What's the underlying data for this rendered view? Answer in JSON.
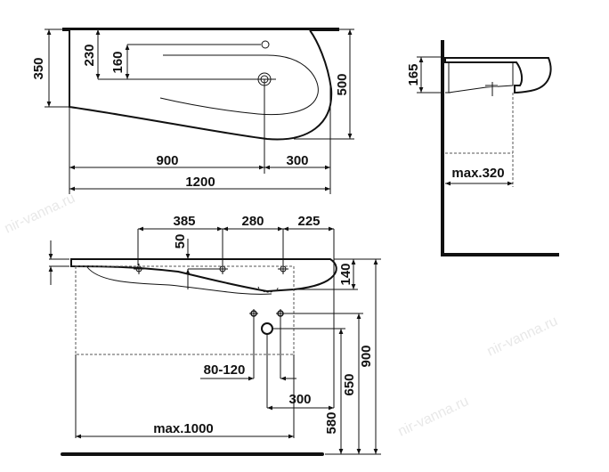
{
  "watermark": "nir-vanna.ru",
  "top_view": {
    "dim_350": "350",
    "dim_230": "230",
    "dim_160": "160",
    "dim_500": "500",
    "dim_900": "900",
    "dim_300": "300",
    "dim_1200": "1200"
  },
  "side_view": {
    "dim_165": "165",
    "dim_max320": "max.320"
  },
  "front_view": {
    "dim_385": "385",
    "dim_280": "280",
    "dim_225": "225",
    "dim_50": "50",
    "dim_140": "140",
    "dim_80_120": "80-120",
    "dim_300": "300",
    "dim_max1000": "max.1000",
    "dim_580": "580",
    "dim_650": "650",
    "dim_900": "900"
  }
}
